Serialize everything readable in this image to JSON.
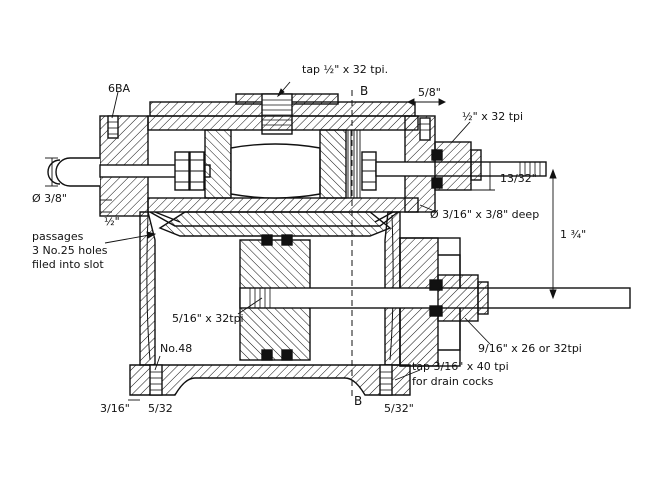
{
  "drawing": {
    "ink": "#111111",
    "paper": "#ffffff",
    "labels": {
      "tap_top": "tap ½\" x 32 tpi.",
      "section_b_top": "B",
      "section_b_bottom": "B",
      "dim_5_8": "5/8\"",
      "thread_1_2_32": "½\" x 32 tpi",
      "ba_screw": "6BA",
      "dia_3_8": "Ø 3/8\"",
      "dim_1_2": "½\"",
      "dim_13_32": "13/32\"",
      "hole_3_16": "Ø 3/16\" x 3/8\" deep",
      "dim_1_3_4": "1 ¾\"",
      "passages_line1": "passages",
      "passages_line2": "3 No.25 holes",
      "passages_line3": "filed into slot",
      "thread_5_16": "5/16\" x 32tpi",
      "thread_9_16": "9/16\" x 26 or 32tpi",
      "drill_no48": "No.48",
      "tap_3_16_line1": "tap 3/16\" x 40 tpi",
      "tap_3_16_line2": "for drain cocks",
      "dim_3_16_bottom": "3/16\"",
      "dim_5_32_left": "5/32",
      "dim_5_32_right": "5/32\""
    }
  }
}
